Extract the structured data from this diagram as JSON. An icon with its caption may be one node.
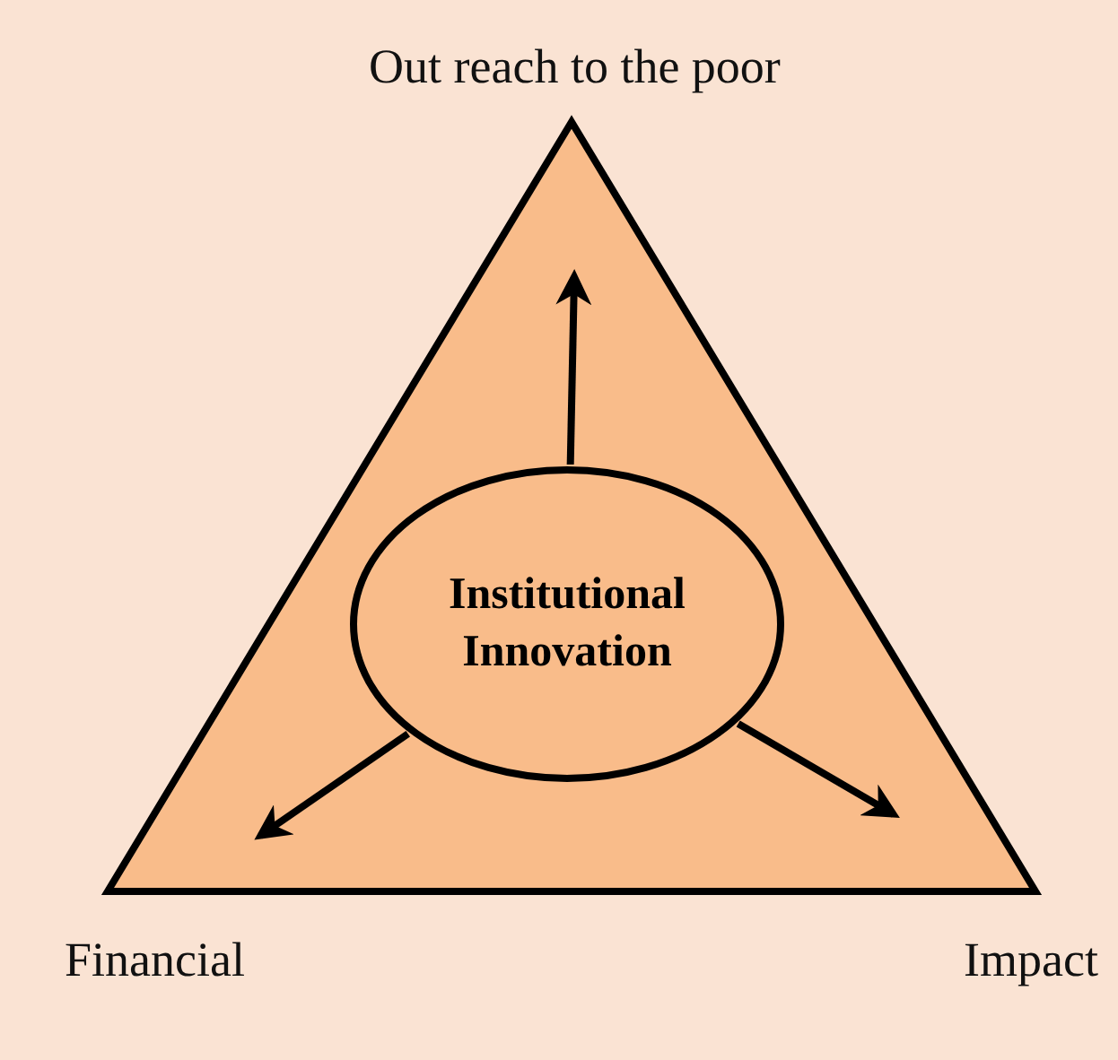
{
  "diagram": {
    "nodes": [
      {
        "text": [],
        "shape": "triangle"
      },
      {
        "text": [
          "Institutional Innovation"
        ],
        "in": 0
      }
    ],
    "edges": [
      {
        "from": 1,
        "to": null,
        "arrow": "to"
      },
      {
        "from": 1,
        "to": null,
        "arrow": "to"
      },
      {
        "from": 1,
        "to": null,
        "arrow": "to"
      }
    ],
    "labels": [
      "Out reach to the poor",
      "Financial",
      "Impact"
    ]
  }
}
